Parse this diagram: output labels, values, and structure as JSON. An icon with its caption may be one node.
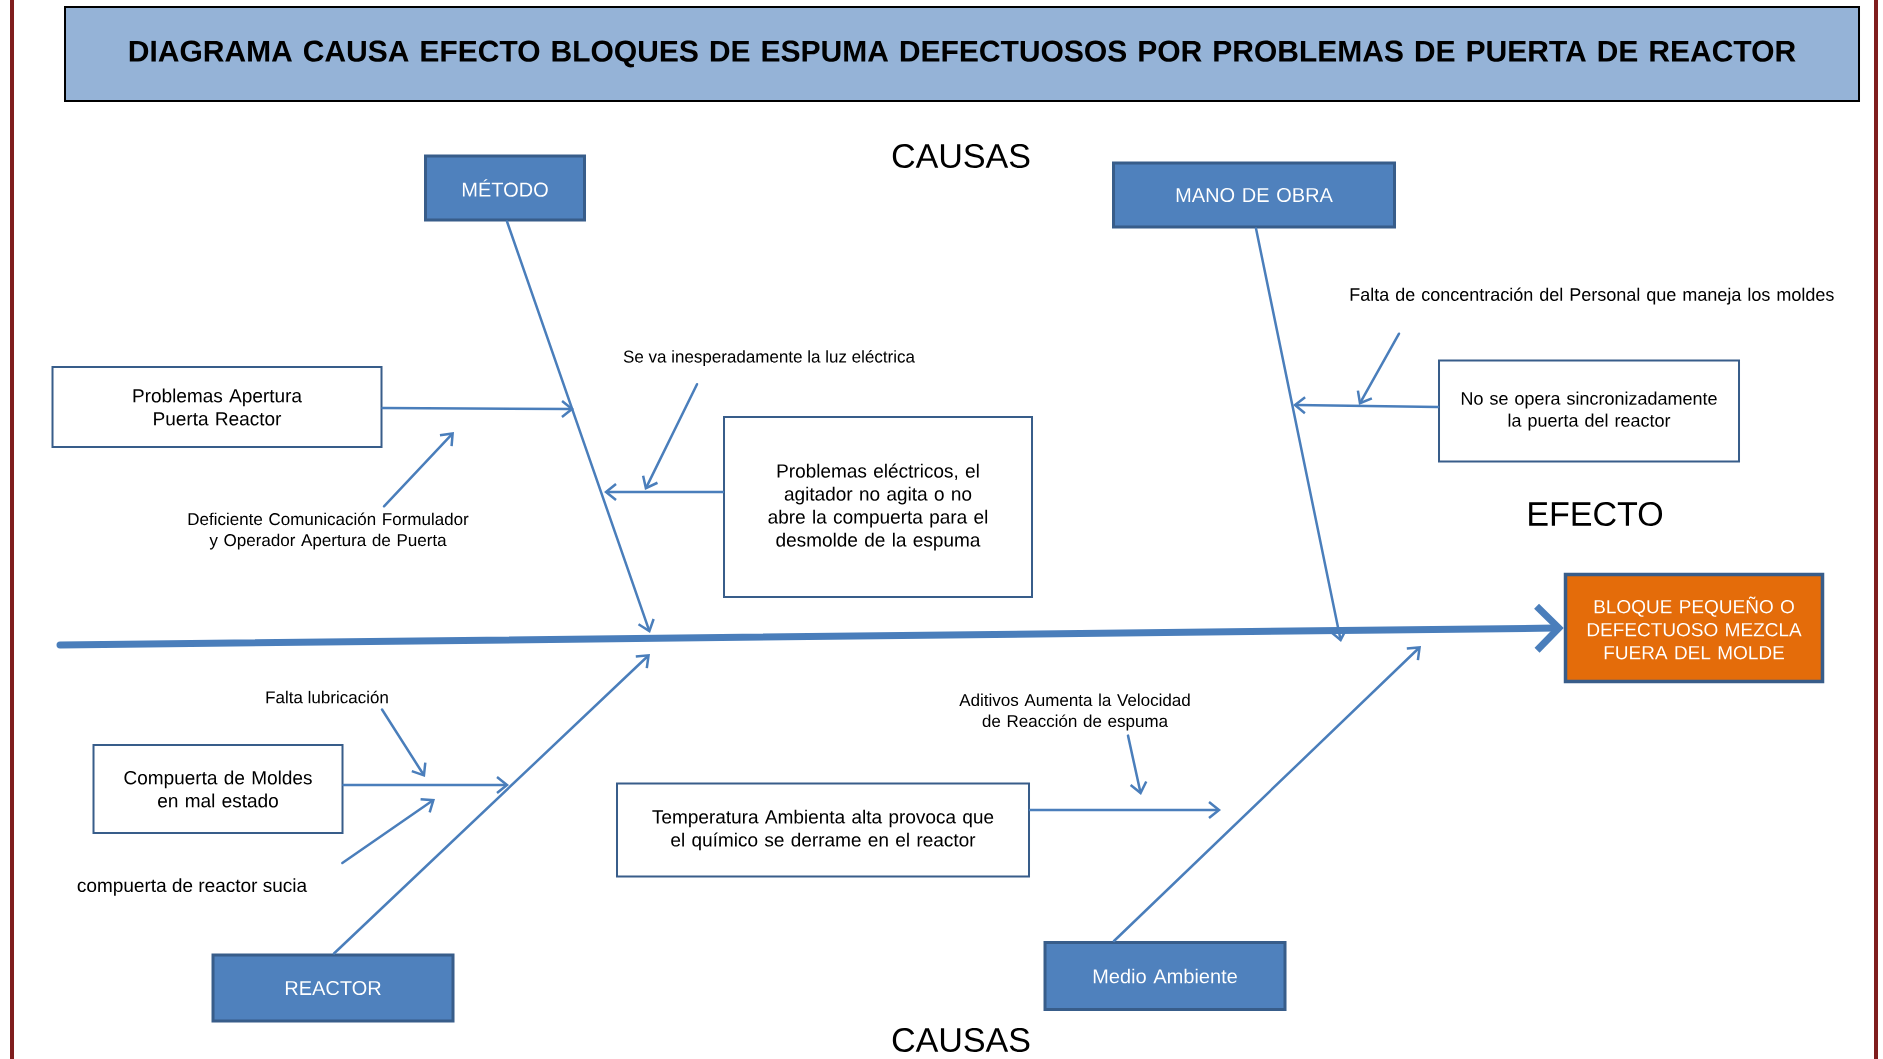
{
  "diagram": {
    "title": "DIAGRAMA CAUSA EFECTO BLOQUES DE ESPUMA DEFECTUOSOS POR PROBLEMAS DE PUERTA DE REACTOR",
    "nodes": [
      {
        "text": [
          "MÉTODO"
        ]
      },
      {
        "text": [
          "MANO DE OBRA"
        ]
      },
      {
        "text": [
          "REACTOR"
        ]
      },
      {
        "text": [
          "Medio Ambiente"
        ]
      },
      {
        "text": [
          "BLOQUE PEQUEÑO O DEFECTUOSO MEZCLA FUERA DEL MOLDE"
        ]
      },
      {
        "text": [
          "Problemas Apertura Puerta Reactor"
        ]
      },
      {
        "text": [
          "Problemas eléctricos, el agitador no agita o no abre la compuerta para el desmolde de la espuma"
        ]
      },
      {
        "text": [
          "No se opera sincronizadamente la puerta del reactor"
        ]
      },
      {
        "text": [
          "Compuerta de Moldes en mal estado"
        ]
      },
      {
        "text": [
          "Temperatura Ambienta alta provoca que el químico se derrame en el reactor"
        ]
      },
      {
        "text": [
          "Deficiente Comunicación Formulador y Operador Apertura de Puerta"
        ]
      },
      {
        "text": [
          "Se va inesperadamente la luz eléctrica"
        ]
      },
      {
        "text": [
          "Falta de concentración del Personal que maneja los moldes"
        ]
      },
      {
        "text": [
          "Falta lubricación"
        ]
      },
      {
        "text": [
          "compuerta de reactor sucia"
        ]
      },
      {
        "text": [
          "Aditivos Aumenta la Velocidad de Reacción de espuma"
        ]
      }
    ],
    "edges": [
      {
        "from": null,
        "to": 4,
        "arrow": "to",
        "style": "thick"
      },
      {
        "from": 0,
        "to": null,
        "arrow": "to"
      },
      {
        "from": 1,
        "to": null,
        "arrow": "to"
      },
      {
        "from": 2,
        "to": null,
        "arrow": "to"
      },
      {
        "from": 3,
        "to": null,
        "arrow": "to"
      },
      {
        "from": 5,
        "to": null,
        "arrow": "to"
      },
      {
        "from": 6,
        "to": null,
        "arrow": "to"
      },
      {
        "from": 7,
        "to": null,
        "arrow": "to"
      },
      {
        "from": 8,
        "to": null,
        "arrow": "to"
      },
      {
        "from": 9,
        "to": null,
        "arrow": "to"
      },
      {
        "from": 10,
        "to": null,
        "arrow": "to"
      },
      {
        "from": 11,
        "to": null,
        "arrow": "to"
      },
      {
        "from": 12,
        "to": null,
        "arrow": "to"
      },
      {
        "from": 13,
        "to": null,
        "arrow": "to"
      },
      {
        "from": 14,
        "to": null,
        "arrow": "to"
      },
      {
        "from": 15,
        "to": null,
        "arrow": "to"
      }
    ],
    "labels": [
      "CAUSAS",
      "EFECTO",
      "CAUSAS"
    ]
  }
}
